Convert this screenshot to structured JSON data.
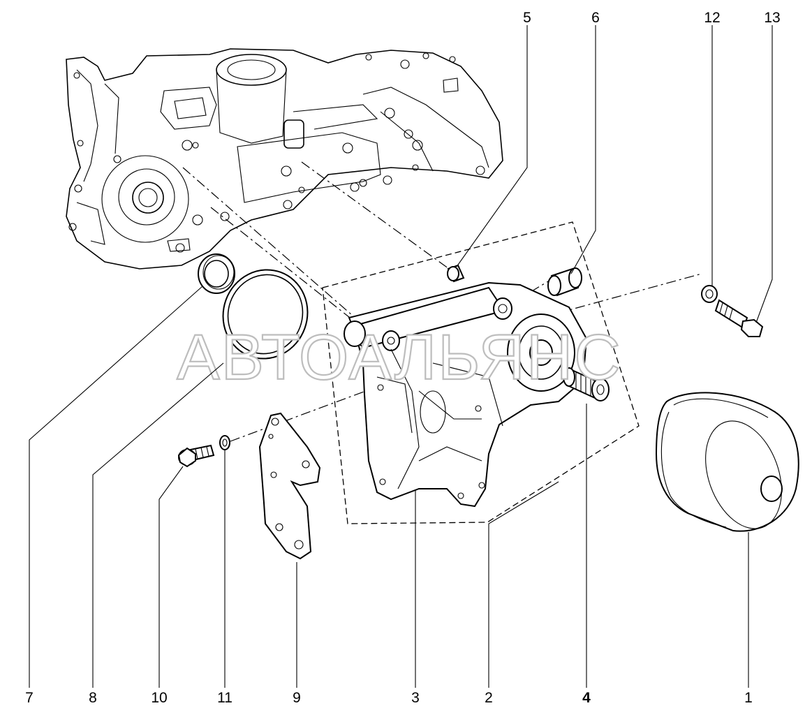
{
  "watermark": "АВТОАЛЬЯНС",
  "callouts": [
    {
      "id": "c1",
      "label": "1",
      "bold": false
    },
    {
      "id": "c2",
      "label": "2",
      "bold": false
    },
    {
      "id": "c3",
      "label": "3",
      "bold": false
    },
    {
      "id": "c4",
      "label": "4",
      "bold": true
    },
    {
      "id": "c5",
      "label": "5",
      "bold": false
    },
    {
      "id": "c6",
      "label": "6",
      "bold": false
    },
    {
      "id": "c7",
      "label": "7",
      "bold": false
    },
    {
      "id": "c8",
      "label": "8",
      "bold": false
    },
    {
      "id": "c9",
      "label": "9",
      "bold": false
    },
    {
      "id": "c10",
      "label": "10",
      "bold": false
    },
    {
      "id": "c11",
      "label": "11",
      "bold": false
    },
    {
      "id": "c12",
      "label": "12",
      "bold": false
    },
    {
      "id": "c13",
      "label": "13",
      "bold": false
    }
  ],
  "colors": {
    "ink": "#000000",
    "watermark_outline": "#bdbdbd",
    "background": "#ffffff"
  }
}
